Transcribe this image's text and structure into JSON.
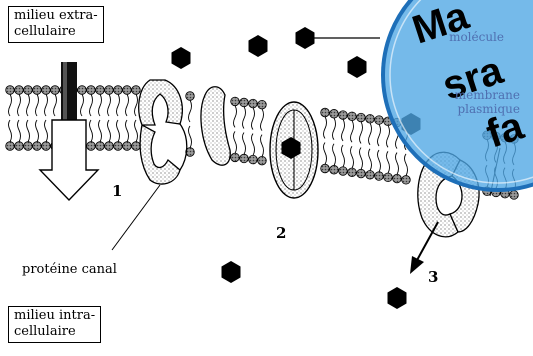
{
  "labels": {
    "extracellular": "milieu extra-\ncellulaire",
    "intracellular": "milieu intra-\ncellulaire",
    "molecule": "molécule",
    "membrane": "membrane\nplasmique",
    "channel_protein": "protéine canal",
    "num1": "1",
    "num2": "2",
    "num3": "3"
  },
  "stamp": {
    "line1": "Ma",
    "line2": "sra",
    "line3": "fa",
    "color": "#2e8bd6"
  },
  "colors": {
    "ink": "#000000",
    "stamp_fill": "#4ea6e4",
    "stamp_stroke": "#1e6fb8"
  }
}
